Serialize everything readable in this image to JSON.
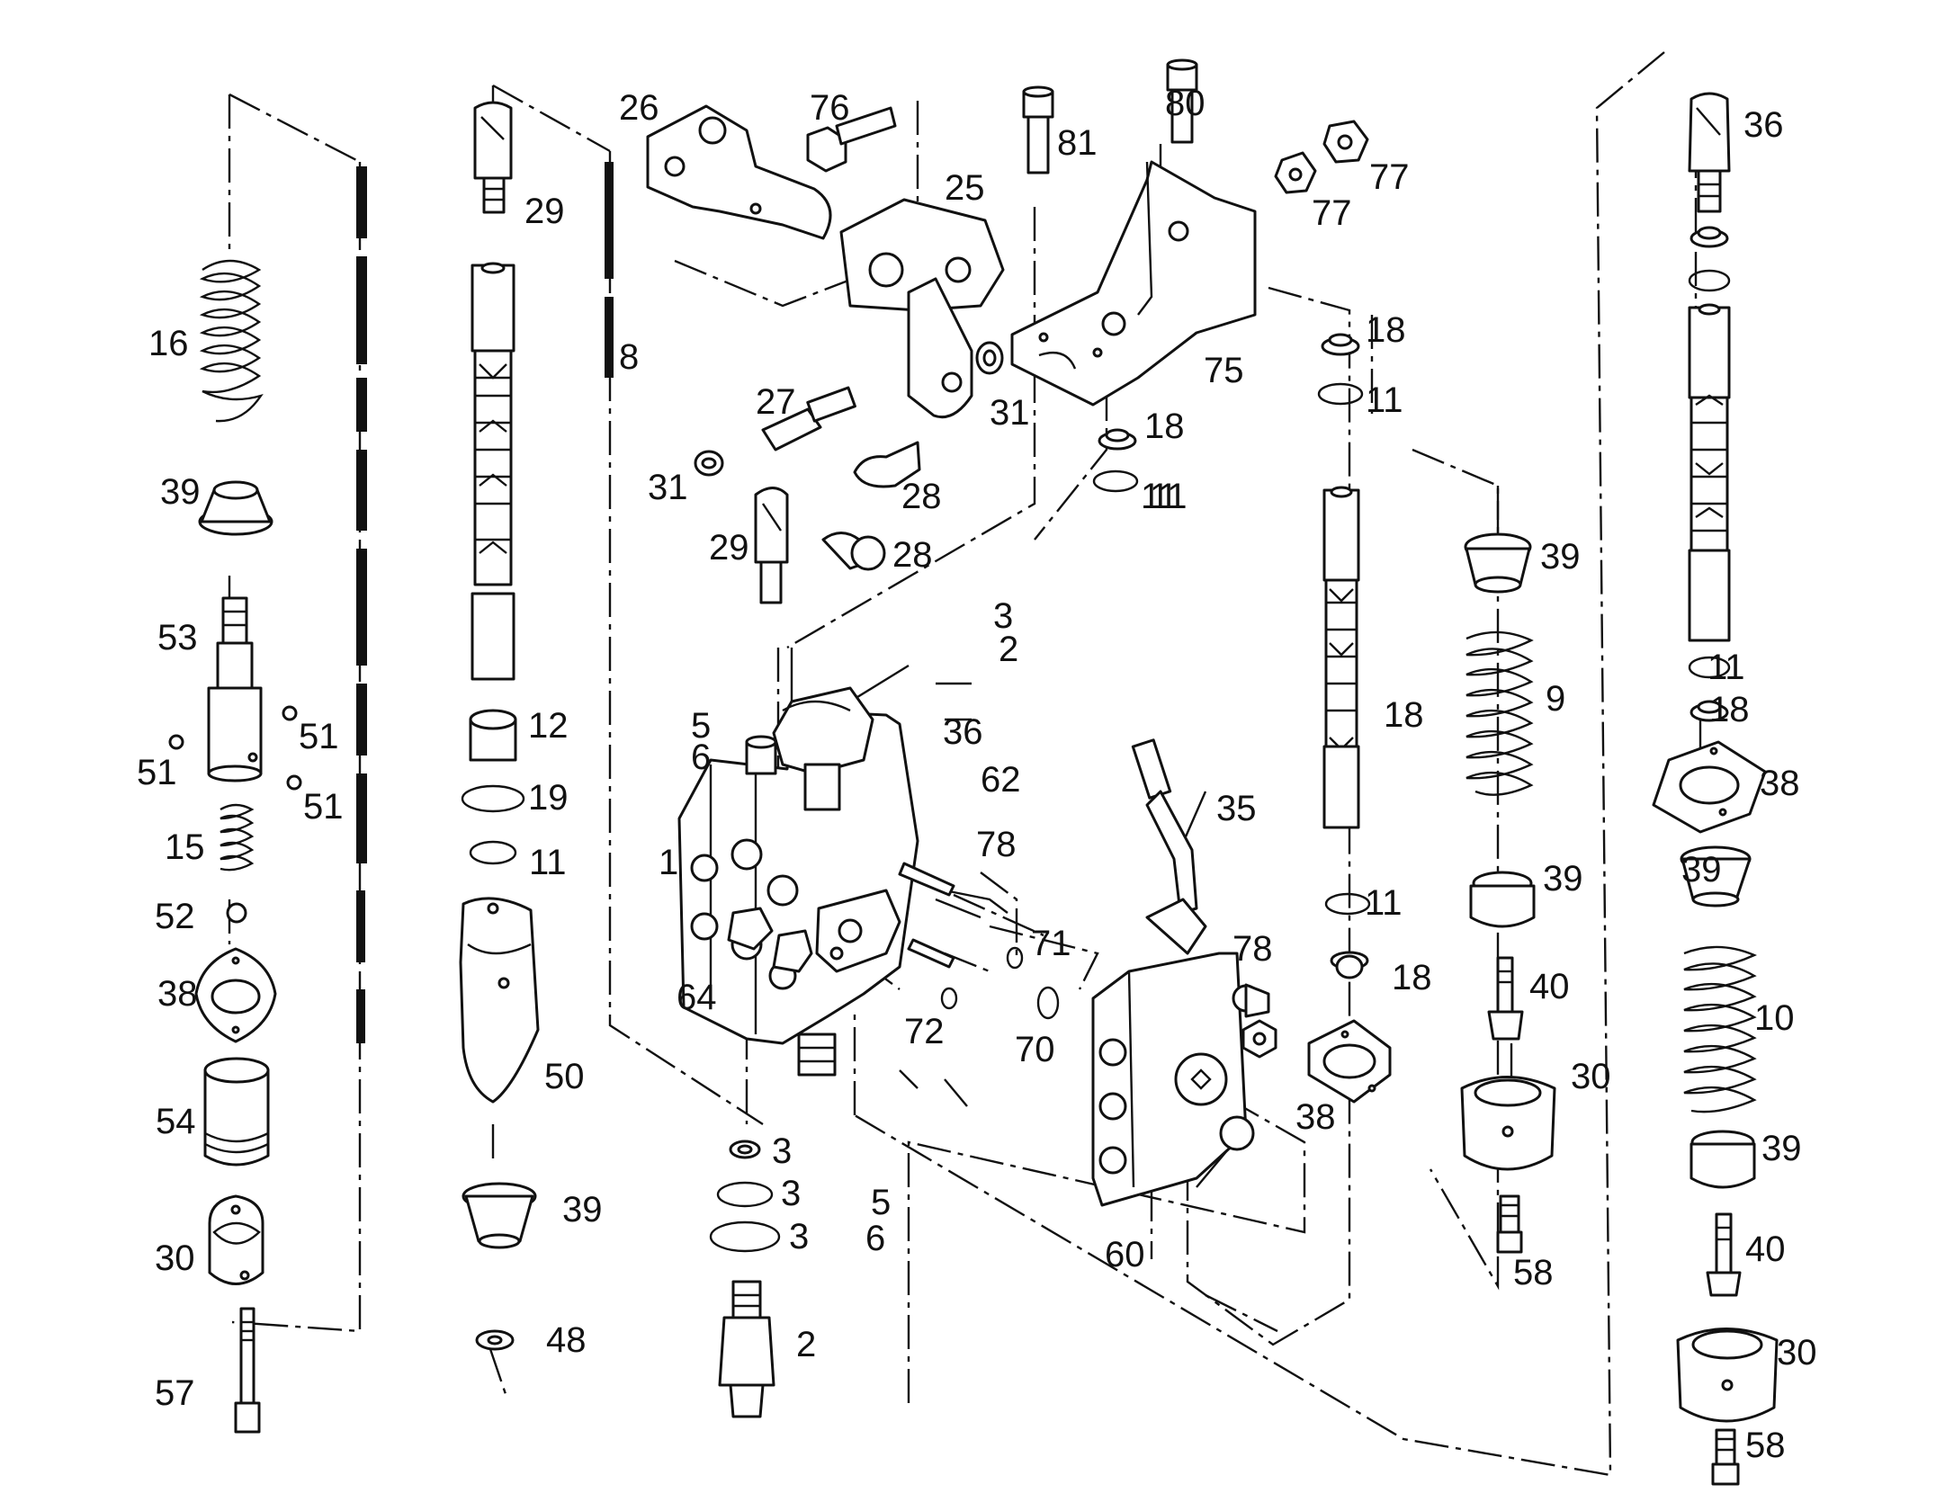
{
  "labels": [
    {
      "text": "26",
      "name": "label-26"
    },
    {
      "text": "76",
      "name": "label-76"
    },
    {
      "text": "81",
      "name": "label-81"
    },
    {
      "text": "80",
      "name": "label-80"
    },
    {
      "text": "36",
      "name": "label-36-top"
    },
    {
      "text": "29",
      "name": "label-29-top"
    },
    {
      "text": "25",
      "name": "label-25"
    },
    {
      "text": "77",
      "name": "label-77-upper"
    },
    {
      "text": "77",
      "name": "label-77-lower"
    },
    {
      "text": "18",
      "name": "label-18-right-top"
    },
    {
      "text": "11",
      "name": "label-11-right-top"
    },
    {
      "text": "16",
      "name": "label-16"
    },
    {
      "text": "8",
      "name": "label-8"
    },
    {
      "text": "18",
      "name": "label-18-mid-a"
    },
    {
      "text": "75",
      "name": "label-75"
    },
    {
      "text": "27",
      "name": "label-27"
    },
    {
      "text": "31",
      "name": "label-31-right"
    },
    {
      "text": "11",
      "name": "label-11-mid-a"
    },
    {
      "text": "18",
      "name": "label-18-mid-b"
    },
    {
      "text": "39",
      "name": "label-39-left"
    },
    {
      "text": "31",
      "name": "label-31-left"
    },
    {
      "text": "28",
      "name": "label-28-upper"
    },
    {
      "text": "11",
      "name": "label-11-mid-b"
    },
    {
      "text": "29",
      "name": "label-29-mid"
    },
    {
      "text": "28",
      "name": "label-28-lower"
    },
    {
      "text": "39",
      "name": "label-39-spring9-top"
    },
    {
      "text": "53",
      "name": "label-53"
    },
    {
      "text": "3",
      "name": "label-3-top"
    },
    {
      "text": "2",
      "name": "label-2-top"
    },
    {
      "text": "11",
      "name": "label-11-right-lower"
    },
    {
      "text": "9",
      "name": "label-9"
    },
    {
      "text": "18",
      "name": "label-18-right-lower"
    },
    {
      "text": "5",
      "name": "label-5-top"
    },
    {
      "text": "6",
      "name": "label-6-top"
    },
    {
      "text": "36",
      "name": "label-36-mid"
    },
    {
      "text": "12",
      "name": "label-12"
    },
    {
      "text": "51",
      "name": "label-51-right-a"
    },
    {
      "text": "51",
      "name": "label-51-left"
    },
    {
      "text": "51",
      "name": "label-51-right-b"
    },
    {
      "text": "62",
      "name": "label-62"
    },
    {
      "text": "38",
      "name": "label-38-right"
    },
    {
      "text": "19",
      "name": "label-19"
    },
    {
      "text": "35",
      "name": "label-35"
    },
    {
      "text": "15",
      "name": "label-15"
    },
    {
      "text": "11",
      "name": "label-11-left"
    },
    {
      "text": "1",
      "name": "label-1"
    },
    {
      "text": "78",
      "name": "label-78-upper"
    },
    {
      "text": "39",
      "name": "label-39-spring10-top"
    },
    {
      "text": "39",
      "name": "label-39-spring9-bottom"
    },
    {
      "text": "52",
      "name": "label-52"
    },
    {
      "text": "11",
      "name": "label-11-center-lower"
    },
    {
      "text": "71",
      "name": "label-71"
    },
    {
      "text": "78",
      "name": "label-78-lower"
    },
    {
      "text": "38",
      "name": "label-38-left"
    },
    {
      "text": "64",
      "name": "label-64"
    },
    {
      "text": "18",
      "name": "label-18-center-lower"
    },
    {
      "text": "40",
      "name": "label-40-upper"
    },
    {
      "text": "72",
      "name": "label-72"
    },
    {
      "text": "10",
      "name": "label-10"
    },
    {
      "text": "70",
      "name": "label-70"
    },
    {
      "text": "50",
      "name": "label-50"
    },
    {
      "text": "30",
      "name": "label-30-mid"
    },
    {
      "text": "38",
      "name": "label-38-center"
    },
    {
      "text": "54",
      "name": "label-54"
    },
    {
      "text": "3",
      "name": "label-3-a"
    },
    {
      "text": "39",
      "name": "label-39-bottom-right"
    },
    {
      "text": "3",
      "name": "label-3-b"
    },
    {
      "text": "39",
      "name": "label-39-center-bottom"
    },
    {
      "text": "5",
      "name": "label-5-bottom"
    },
    {
      "text": "6",
      "name": "label-6-bottom"
    },
    {
      "text": "3",
      "name": "label-3-c"
    },
    {
      "text": "30",
      "name": "label-30-left"
    },
    {
      "text": "58",
      "name": "label-58-mid"
    },
    {
      "text": "40",
      "name": "label-40-lower"
    },
    {
      "text": "60",
      "name": "label-60"
    },
    {
      "text": "48",
      "name": "label-48"
    },
    {
      "text": "2",
      "name": "label-2-bottom"
    },
    {
      "text": "30",
      "name": "label-30-right"
    },
    {
      "text": "57",
      "name": "label-57"
    },
    {
      "text": "58",
      "name": "label-58-right"
    }
  ]
}
